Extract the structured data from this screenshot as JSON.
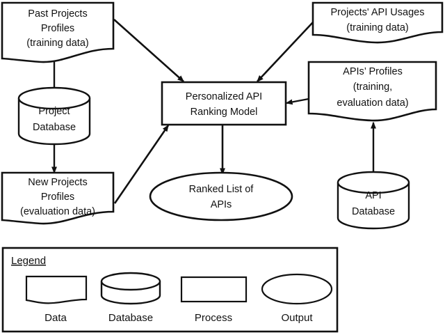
{
  "diagram": {
    "title": "Personalized API Ranking Model data flow",
    "colors": {
      "stroke": "#111111",
      "fill": "#ffffff",
      "background": "#ffffff"
    },
    "nodes": {
      "past_projects_profiles": {
        "type": "data",
        "lines": [
          "Past Projects",
          "Profiles",
          "(training data)"
        ]
      },
      "projects_api_usages": {
        "type": "data",
        "lines": [
          "Projects' API Usages",
          "(training data)"
        ]
      },
      "apis_profiles": {
        "type": "data",
        "lines": [
          "APIs’ Profiles",
          "(training,",
          "evaluation data)"
        ]
      },
      "new_projects_profiles": {
        "type": "data",
        "lines": [
          "New Projects",
          "Profiles",
          "(evaluation data)"
        ]
      },
      "project_database": {
        "type": "database",
        "lines": [
          "Project",
          "Database"
        ]
      },
      "api_database": {
        "type": "database",
        "lines": [
          "API",
          "Database"
        ]
      },
      "ranking_model": {
        "type": "process",
        "lines": [
          "Personalized API",
          "Ranking Model"
        ]
      },
      "ranked_list": {
        "type": "output",
        "lines": [
          "Ranked List of",
          "APIs"
        ]
      }
    },
    "edges": [
      {
        "name": "project-db-to-past-projects",
        "from": "project_database",
        "to": "past_projects_profiles"
      },
      {
        "name": "project-db-to-new-projects",
        "from": "project_database",
        "to": "new_projects_profiles"
      },
      {
        "name": "past-projects-to-model",
        "from": "past_projects_profiles",
        "to": "ranking_model"
      },
      {
        "name": "api-usages-to-model",
        "from": "projects_api_usages",
        "to": "ranking_model"
      },
      {
        "name": "apis-profiles-to-model",
        "from": "apis_profiles",
        "to": "ranking_model"
      },
      {
        "name": "new-projects-to-model",
        "from": "new_projects_profiles",
        "to": "ranking_model"
      },
      {
        "name": "api-db-to-apis-profiles",
        "from": "api_database",
        "to": "apis_profiles"
      },
      {
        "name": "model-to-ranked-list",
        "from": "ranking_model",
        "to": "ranked_list"
      }
    ],
    "legend": {
      "title": "Legend",
      "items": [
        {
          "shape": "data",
          "label": "Data"
        },
        {
          "shape": "database",
          "label": "Database"
        },
        {
          "shape": "process",
          "label": "Process"
        },
        {
          "shape": "output",
          "label": "Output"
        }
      ]
    }
  }
}
